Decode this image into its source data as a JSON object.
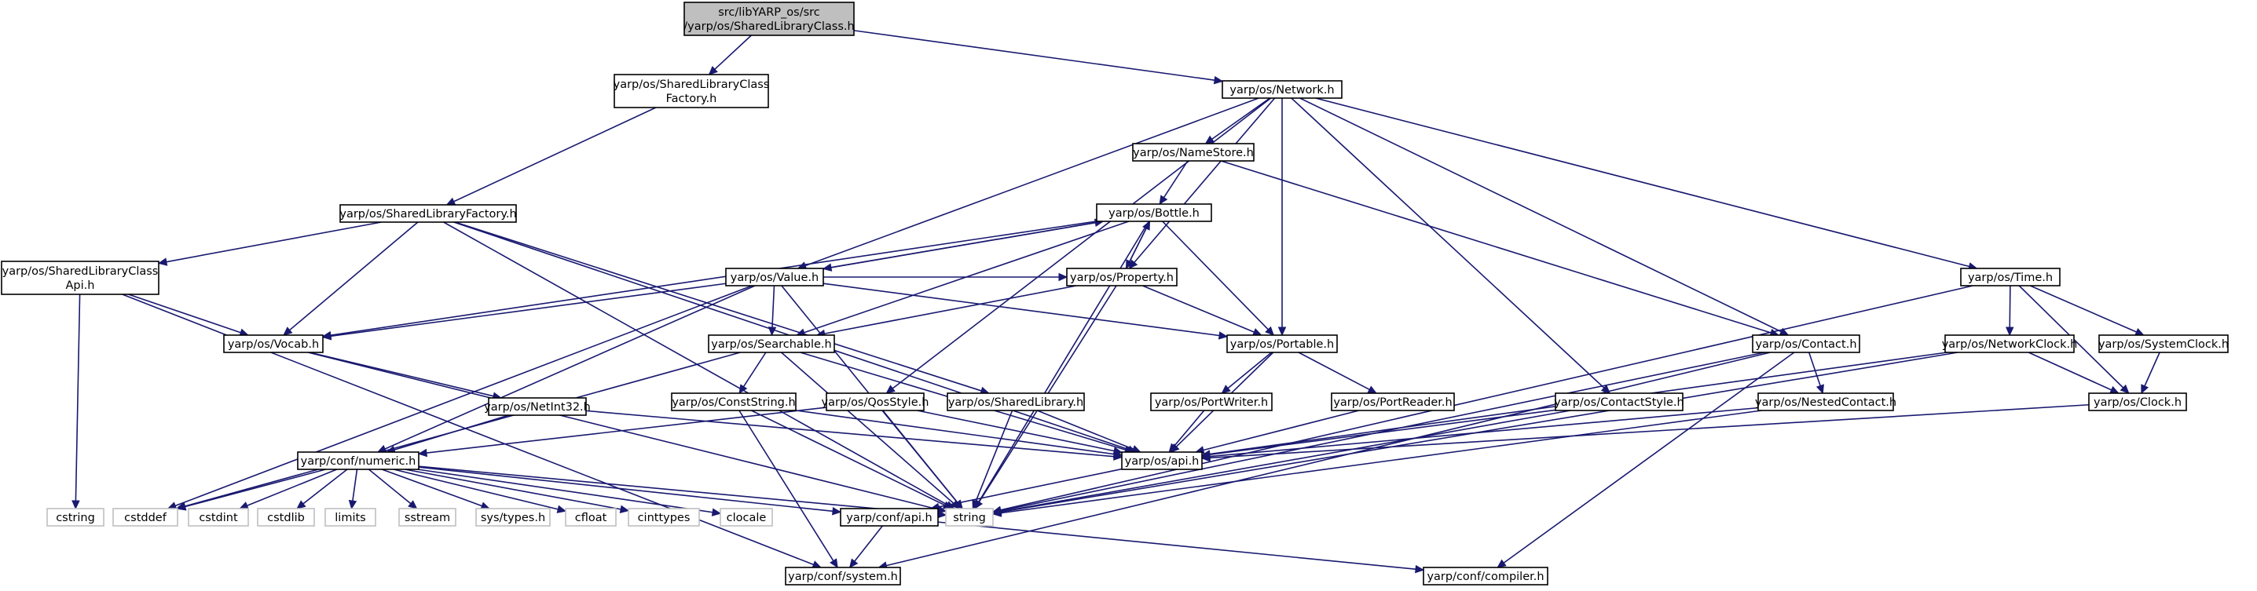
{
  "graph": {
    "nodes": [
      {
        "id": "root",
        "lines": [
          "src/libYARP_os/src",
          "/yarp/os/SharedLibraryClass.h"
        ],
        "kind": "root"
      },
      {
        "id": "slcf",
        "lines": [
          "yarp/os/SharedLibraryClass",
          "Factory.h"
        ],
        "kind": "file"
      },
      {
        "id": "network",
        "lines": [
          "yarp/os/Network.h"
        ],
        "kind": "file"
      },
      {
        "id": "slf",
        "lines": [
          "yarp/os/SharedLibraryFactory.h"
        ],
        "kind": "file"
      },
      {
        "id": "slcapi",
        "lines": [
          "yarp/os/SharedLibraryClass",
          "Api.h"
        ],
        "kind": "file"
      },
      {
        "id": "vocab",
        "lines": [
          "yarp/os/Vocab.h"
        ],
        "kind": "file"
      },
      {
        "id": "nameStore",
        "lines": [
          "yarp/os/NameStore.h"
        ],
        "kind": "file"
      },
      {
        "id": "bottle",
        "lines": [
          "yarp/os/Bottle.h"
        ],
        "kind": "file"
      },
      {
        "id": "value",
        "lines": [
          "yarp/os/Value.h"
        ],
        "kind": "file"
      },
      {
        "id": "property",
        "lines": [
          "yarp/os/Property.h"
        ],
        "kind": "file"
      },
      {
        "id": "searchable",
        "lines": [
          "yarp/os/Searchable.h"
        ],
        "kind": "file"
      },
      {
        "id": "portable",
        "lines": [
          "yarp/os/Portable.h"
        ],
        "kind": "file"
      },
      {
        "id": "time",
        "lines": [
          "yarp/os/Time.h"
        ],
        "kind": "file"
      },
      {
        "id": "contact",
        "lines": [
          "yarp/os/Contact.h"
        ],
        "kind": "file"
      },
      {
        "id": "netClock",
        "lines": [
          "yarp/os/NetworkClock.h"
        ],
        "kind": "file"
      },
      {
        "id": "sysClock",
        "lines": [
          "yarp/os/SystemClock.h"
        ],
        "kind": "file"
      },
      {
        "id": "netint",
        "lines": [
          "yarp/os/NetInt32.h"
        ],
        "kind": "file"
      },
      {
        "id": "constString",
        "lines": [
          "yarp/os/ConstString.h"
        ],
        "kind": "file"
      },
      {
        "id": "qos",
        "lines": [
          "yarp/os/QosStyle.h"
        ],
        "kind": "file"
      },
      {
        "id": "sharedLib",
        "lines": [
          "yarp/os/SharedLibrary.h"
        ],
        "kind": "file"
      },
      {
        "id": "portWriter",
        "lines": [
          "yarp/os/PortWriter.h"
        ],
        "kind": "file"
      },
      {
        "id": "portReader",
        "lines": [
          "yarp/os/PortReader.h"
        ],
        "kind": "file"
      },
      {
        "id": "contactStyle",
        "lines": [
          "yarp/os/ContactStyle.h"
        ],
        "kind": "file"
      },
      {
        "id": "nestedContact",
        "lines": [
          "yarp/os/NestedContact.h"
        ],
        "kind": "file"
      },
      {
        "id": "clock",
        "lines": [
          "yarp/os/Clock.h"
        ],
        "kind": "file"
      },
      {
        "id": "osApi",
        "lines": [
          "yarp/os/api.h"
        ],
        "kind": "file"
      },
      {
        "id": "numeric",
        "lines": [
          "yarp/conf/numeric.h"
        ],
        "kind": "file"
      },
      {
        "id": "cstring",
        "lines": [
          "cstring"
        ],
        "kind": "ext"
      },
      {
        "id": "cstddef",
        "lines": [
          "cstddef"
        ],
        "kind": "ext"
      },
      {
        "id": "cstdint",
        "lines": [
          "cstdint"
        ],
        "kind": "ext"
      },
      {
        "id": "cstdlib",
        "lines": [
          "cstdlib"
        ],
        "kind": "ext"
      },
      {
        "id": "limits",
        "lines": [
          "limits"
        ],
        "kind": "ext"
      },
      {
        "id": "sstream",
        "lines": [
          "sstream"
        ],
        "kind": "ext"
      },
      {
        "id": "systypes",
        "lines": [
          "sys/types.h"
        ],
        "kind": "ext"
      },
      {
        "id": "cfloat",
        "lines": [
          "cfloat"
        ],
        "kind": "ext"
      },
      {
        "id": "cinttypes",
        "lines": [
          "cinttypes"
        ],
        "kind": "ext"
      },
      {
        "id": "clocale",
        "lines": [
          "clocale"
        ],
        "kind": "ext"
      },
      {
        "id": "confApi",
        "lines": [
          "yarp/conf/api.h"
        ],
        "kind": "file"
      },
      {
        "id": "string",
        "lines": [
          "string"
        ],
        "kind": "ext"
      },
      {
        "id": "confSystem",
        "lines": [
          "yarp/conf/system.h"
        ],
        "kind": "file"
      },
      {
        "id": "confCompiler",
        "lines": [
          "yarp/conf/compiler.h"
        ],
        "kind": "file"
      }
    ],
    "edges": [
      {
        "from": "root",
        "to": "slcf"
      },
      {
        "from": "root",
        "to": "network"
      },
      {
        "from": "slcf",
        "to": "slf"
      },
      {
        "from": "slf",
        "to": "slcapi"
      },
      {
        "from": "slf",
        "to": "vocab"
      },
      {
        "from": "slf",
        "to": "sharedLib"
      },
      {
        "from": "slf",
        "to": "osApi"
      },
      {
        "from": "slf",
        "to": "string"
      },
      {
        "from": "slcapi",
        "to": "vocab"
      },
      {
        "from": "slcapi",
        "to": "cstring"
      },
      {
        "from": "slcapi",
        "to": "confSystem"
      },
      {
        "from": "network",
        "to": "nameStore"
      },
      {
        "from": "network",
        "to": "value"
      },
      {
        "from": "network",
        "to": "property"
      },
      {
        "from": "network",
        "to": "portable"
      },
      {
        "from": "network",
        "to": "qos"
      },
      {
        "from": "network",
        "to": "contactStyle"
      },
      {
        "from": "network",
        "to": "contact"
      },
      {
        "from": "network",
        "to": "time"
      },
      {
        "from": "nameStore",
        "to": "bottle"
      },
      {
        "from": "nameStore",
        "to": "contact"
      },
      {
        "from": "bottle",
        "to": "value"
      },
      {
        "from": "bottle",
        "to": "property"
      },
      {
        "from": "bottle",
        "to": "searchable"
      },
      {
        "from": "bottle",
        "to": "portable"
      },
      {
        "from": "bottle",
        "to": "vocab"
      },
      {
        "from": "bottle",
        "to": "string"
      },
      {
        "from": "value",
        "to": "bottle"
      },
      {
        "from": "value",
        "to": "property"
      },
      {
        "from": "value",
        "to": "vocab"
      },
      {
        "from": "value",
        "to": "searchable"
      },
      {
        "from": "value",
        "to": "portable"
      },
      {
        "from": "value",
        "to": "numeric"
      },
      {
        "from": "value",
        "to": "cstddef"
      },
      {
        "from": "value",
        "to": "string"
      },
      {
        "from": "property",
        "to": "bottle"
      },
      {
        "from": "property",
        "to": "searchable"
      },
      {
        "from": "property",
        "to": "portable"
      },
      {
        "from": "property",
        "to": "string"
      },
      {
        "from": "vocab",
        "to": "netint"
      },
      {
        "from": "vocab",
        "to": "string"
      },
      {
        "from": "netint",
        "to": "osApi"
      },
      {
        "from": "netint",
        "to": "numeric"
      },
      {
        "from": "searchable",
        "to": "constString"
      },
      {
        "from": "searchable",
        "to": "osApi"
      },
      {
        "from": "searchable",
        "to": "string"
      },
      {
        "from": "searchable",
        "to": "cstddef"
      },
      {
        "from": "constString",
        "to": "osApi"
      },
      {
        "from": "constString",
        "to": "string"
      },
      {
        "from": "constString",
        "to": "confSystem"
      },
      {
        "from": "qos",
        "to": "osApi"
      },
      {
        "from": "qos",
        "to": "numeric"
      },
      {
        "from": "qos",
        "to": "string"
      },
      {
        "from": "sharedLib",
        "to": "osApi"
      },
      {
        "from": "sharedLib",
        "to": "string"
      },
      {
        "from": "portable",
        "to": "portWriter"
      },
      {
        "from": "portable",
        "to": "portReader"
      },
      {
        "from": "portable",
        "to": "osApi"
      },
      {
        "from": "portWriter",
        "to": "osApi"
      },
      {
        "from": "portReader",
        "to": "osApi"
      },
      {
        "from": "contact",
        "to": "nestedContact"
      },
      {
        "from": "contact",
        "to": "string"
      },
      {
        "from": "contact",
        "to": "confCompiler"
      },
      {
        "from": "contact",
        "to": "confSystem"
      },
      {
        "from": "contactStyle",
        "to": "osApi"
      },
      {
        "from": "contactStyle",
        "to": "string"
      },
      {
        "from": "nestedContact",
        "to": "osApi"
      },
      {
        "from": "nestedContact",
        "to": "string"
      },
      {
        "from": "time",
        "to": "netClock"
      },
      {
        "from": "time",
        "to": "sysClock"
      },
      {
        "from": "time",
        "to": "clock"
      },
      {
        "from": "time",
        "to": "string"
      },
      {
        "from": "netClock",
        "to": "clock"
      },
      {
        "from": "netClock",
        "to": "osApi"
      },
      {
        "from": "netClock",
        "to": "string"
      },
      {
        "from": "sysClock",
        "to": "clock"
      },
      {
        "from": "clock",
        "to": "osApi"
      },
      {
        "from": "osApi",
        "to": "confApi"
      },
      {
        "from": "numeric",
        "to": "confApi"
      },
      {
        "from": "numeric",
        "to": "cstddef"
      },
      {
        "from": "numeric",
        "to": "cstdint"
      },
      {
        "from": "numeric",
        "to": "cstdlib"
      },
      {
        "from": "numeric",
        "to": "limits"
      },
      {
        "from": "numeric",
        "to": "sstream"
      },
      {
        "from": "numeric",
        "to": "systypes"
      },
      {
        "from": "numeric",
        "to": "cfloat"
      },
      {
        "from": "numeric",
        "to": "cinttypes"
      },
      {
        "from": "numeric",
        "to": "clocale"
      },
      {
        "from": "numeric",
        "to": "string"
      },
      {
        "from": "confApi",
        "to": "confSystem"
      },
      {
        "from": "confApi",
        "to": "confCompiler"
      }
    ]
  },
  "colors": {
    "edge": "#191970",
    "root_fill": "#bfbfbf",
    "node_border": "#000000",
    "external_border": "#bfbfbf",
    "text": "#000000",
    "background": "#ffffff"
  }
}
